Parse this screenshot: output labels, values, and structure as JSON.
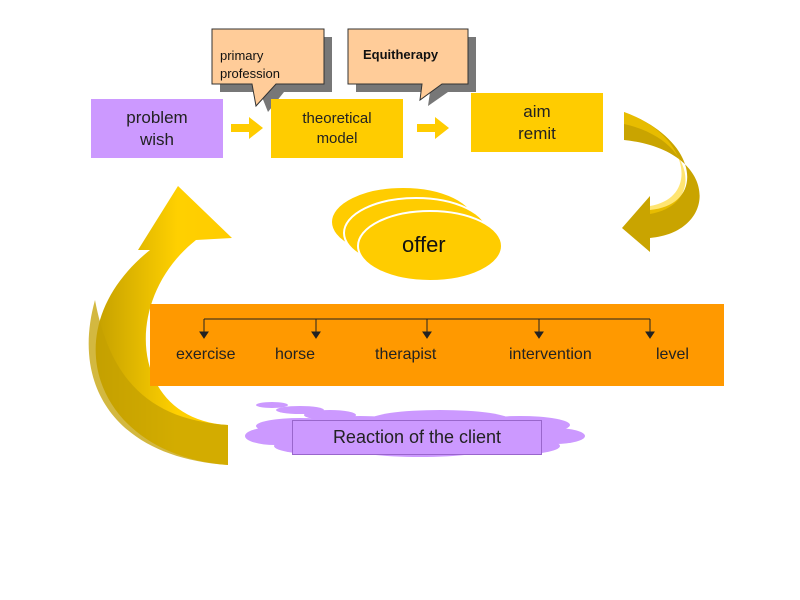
{
  "boxes": {
    "problem": [
      "problem",
      "wish"
    ],
    "theory": [
      "theoretical",
      "model"
    ],
    "aim": [
      "aim",
      "remit"
    ]
  },
  "callouts": {
    "primary": [
      "primary",
      "profession"
    ],
    "equitherapy": "Equitherapy"
  },
  "offer": "offer",
  "items": [
    "exercise",
    "horse",
    "therapist",
    "intervention",
    "level"
  ],
  "reaction": "Reaction of the client",
  "colors": {
    "purple": "#cc99ff",
    "yellow": "#ffcc00",
    "orange": "#ff9900",
    "peach": "#ffcc99",
    "arrow_dark": "#c9a400"
  }
}
